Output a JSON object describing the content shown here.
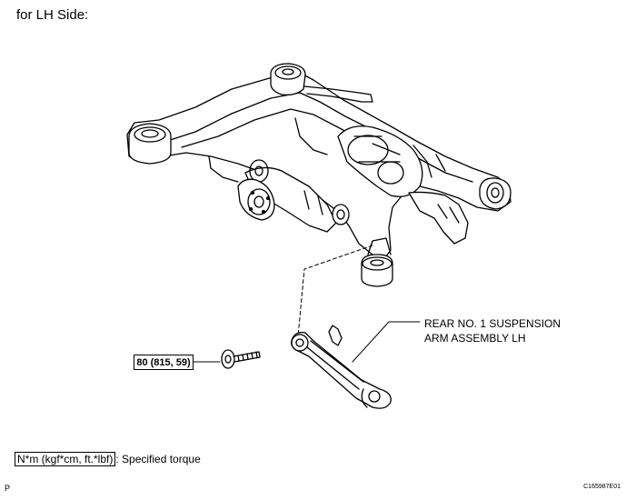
{
  "header": {
    "title": "for LH Side:"
  },
  "callout": {
    "part_name": "REAR NO. 1 SUSPENSION\nARM ASSEMBLY LH",
    "torque_value": "80 (815, 59)"
  },
  "legend": {
    "key": "N*m (kgf*cm, ft.*lbf)",
    "text": ": Specified torque"
  },
  "footer": {
    "figure_code": "C165987E01",
    "corner_mark": "P"
  }
}
